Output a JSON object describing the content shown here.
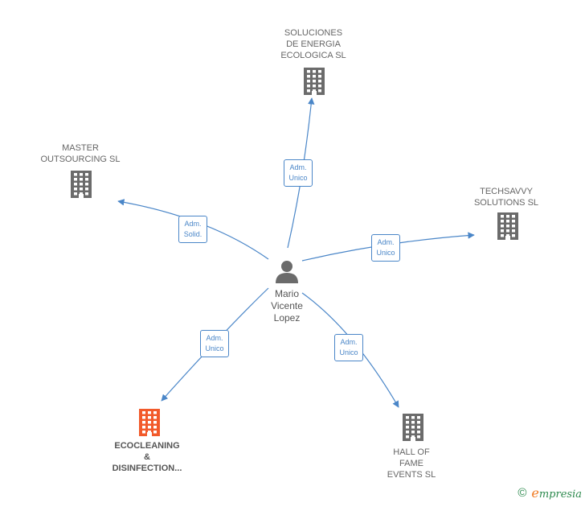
{
  "center": {
    "lines": [
      "Mario",
      "Vicente",
      "Lopez"
    ],
    "icon": "person-icon"
  },
  "nodes": [
    {
      "id": "soluciones",
      "lines": [
        "SOLUCIONES",
        "DE ENERGIA",
        "ECOLOGICA  SL"
      ],
      "icon": "building-icon",
      "color": "#6b6b6b",
      "relation": [
        "Adm.",
        "Unico"
      ]
    },
    {
      "id": "master",
      "lines": [
        "MASTER",
        "OUTSOURCING SL"
      ],
      "icon": "building-icon",
      "color": "#6b6b6b",
      "relation": [
        "Adm.",
        "Solid."
      ]
    },
    {
      "id": "techsavvy",
      "lines": [
        "TECHSAVVY",
        "SOLUTIONS  SL"
      ],
      "icon": "building-icon",
      "color": "#6b6b6b",
      "relation": [
        "Adm.",
        "Unico"
      ]
    },
    {
      "id": "ecocleaning",
      "lines": [
        "ECOCLEANING",
        "&",
        "DISINFECTION..."
      ],
      "icon": "building-icon",
      "color": "#f25a2b",
      "relation": [
        "Adm.",
        "Unico"
      ],
      "highlight": true
    },
    {
      "id": "halloffame",
      "lines": [
        "HALL OF",
        "FAME",
        "EVENTS  SL"
      ],
      "icon": "building-icon",
      "color": "#6b6b6b",
      "relation": [
        "Adm.",
        "Unico"
      ]
    }
  ],
  "colors": {
    "edge": "#4a86c8",
    "building": "#6b6b6b",
    "highlight": "#f25a2b",
    "person": "#6b6b6b"
  },
  "footer": {
    "copyright": "©",
    "brand_initial": "e",
    "brand_rest": "mpresia"
  }
}
